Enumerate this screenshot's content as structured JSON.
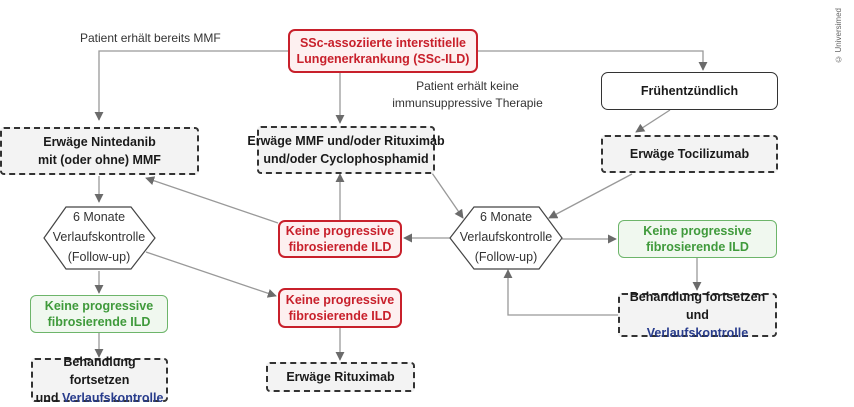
{
  "colors": {
    "red": "#c8202b",
    "green": "#3f9a3b",
    "blue": "#283c8c",
    "dark": "#333333",
    "arrow": "#888888"
  },
  "copyright": "© Universimed",
  "labels": {
    "already_mmf": "Patient erhält bereits MMF",
    "no_immuno_1": "Patient erhält keine",
    "no_immuno_2": "immunsuppressive Therapie"
  },
  "nodes": {
    "root": {
      "line1": "SSc-assoziierte interstitielle",
      "line2": "Lungenerkrankung (SSc-ILD)"
    },
    "early_inflammatory": {
      "line1": "Frühentzündlich"
    },
    "nintedanib": {
      "line1": "Erwäge Nintedanib",
      "line2": "mit (oder ohne) MMF"
    },
    "mmf_rtx_cyc": {
      "line1": "Erwäge MMF und/oder Rituximab",
      "line2": "und/oder Cyclophosphamid"
    },
    "tocilizumab": {
      "line1": "Erwäge Tocilizumab"
    },
    "followup_left": {
      "line1": "6 Monate",
      "line2": "Verlaufskontrolle",
      "line3": "(Follow-up)"
    },
    "followup_right": {
      "line1": "6 Monate",
      "line2": "Verlaufskontrolle",
      "line3": "(Follow-up)"
    },
    "red_middle": {
      "line1": "Keine progressive",
      "line2": "fibrosierende ILD"
    },
    "red_lower": {
      "line1": "Keine progressive",
      "line2": "fibrosierende ILD"
    },
    "green_left": {
      "line1": "Keine progressive",
      "line2": "fibrosierende ILD"
    },
    "green_right": {
      "line1": "Keine progressive",
      "line2": "fibrosierende ILD"
    },
    "continue_left": {
      "line1": "Behandlung fortsetzen",
      "line2a": "und ",
      "line2b": "Verlaufskontrolle"
    },
    "continue_right": {
      "line1": "Behandlung fortsetzen und",
      "line2": "Verlaufskontrolle"
    },
    "rituximab": {
      "line1": "Erwäge Rituximab"
    }
  }
}
